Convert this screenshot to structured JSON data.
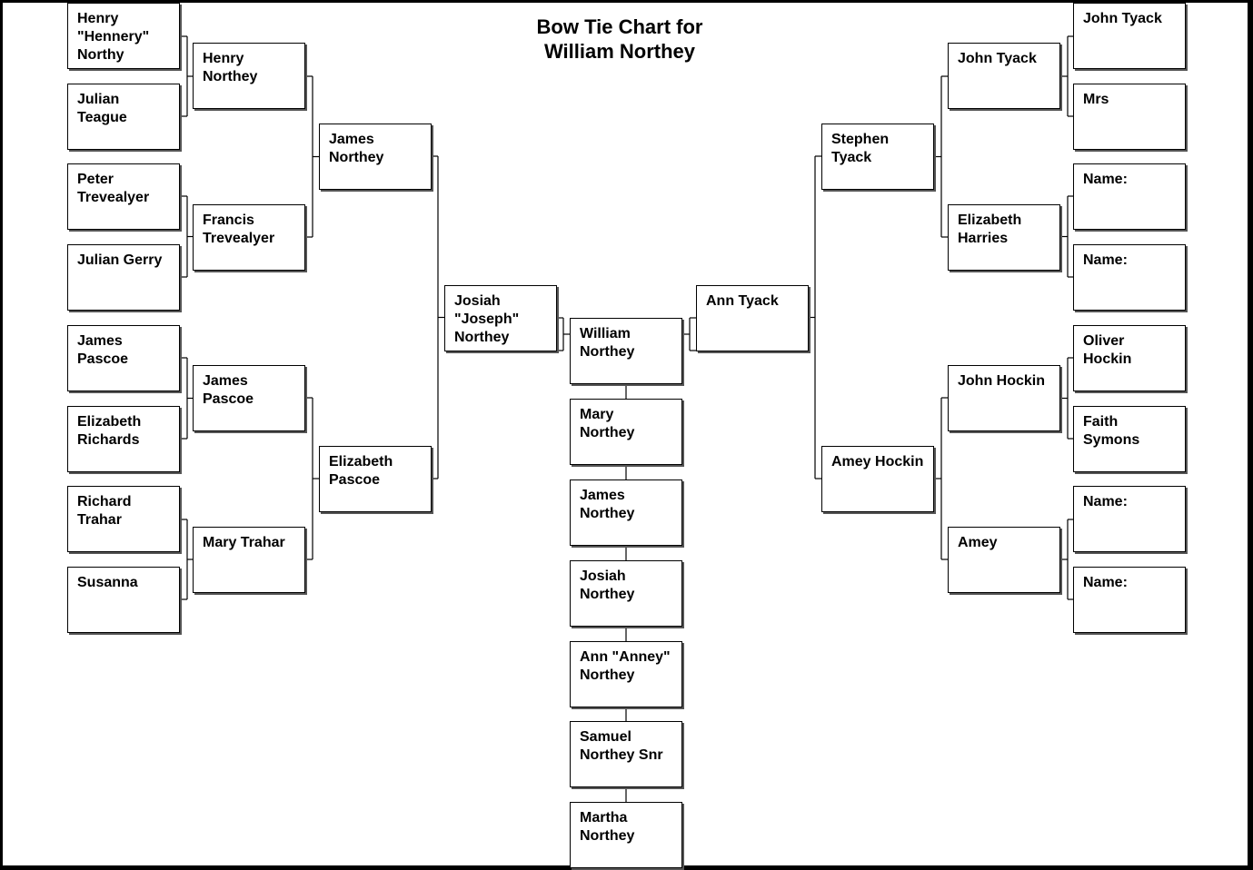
{
  "title": {
    "line1": "Bow Tie Chart for",
    "line2": "William Northey"
  },
  "paternal": {
    "father": "Josiah \"Joseph\" Northey",
    "grandfather": "James Northey",
    "grandmother": "Elizabeth Pascoe",
    "ggf_1": "Henry Northey",
    "ggm_1": "Francis Trevealyer",
    "ggf_2": "James Pascoe",
    "ggm_2": "Mary Trahar",
    "gggf_1": "Henry \"Hennery\" Northy",
    "gggm_1": "Julian Teague",
    "gggf_2": "Peter Trevealyer",
    "gggm_2": "Julian Gerry",
    "gggf_3": "James Pascoe",
    "gggm_3": "Elizabeth Richards",
    "gggf_4": "Richard Trahar",
    "gggm_4": "Susanna"
  },
  "maternal": {
    "mother": "Ann Tyack",
    "grandfather": "Stephen Tyack",
    "grandmother": "Amey Hockin",
    "ggf_1": "John Tyack",
    "ggm_1": "Elizabeth Harries",
    "ggf_2": "John Hockin",
    "ggm_2": "Amey",
    "gggf_1": "John Tyack",
    "gggm_1": "Mrs",
    "gggf_2": "Name:",
    "gggm_2": "Name:",
    "gggf_3": "Oliver Hockin",
    "gggm_3": "Faith Symons",
    "gggf_4": "Name:",
    "gggm_4": "Name:"
  },
  "siblings": [
    "William Northey",
    "Mary Northey",
    "James Northey",
    "Josiah Northey",
    "Ann \"Anney\" Northey",
    "Samuel Northey Snr",
    "Martha Northey"
  ]
}
